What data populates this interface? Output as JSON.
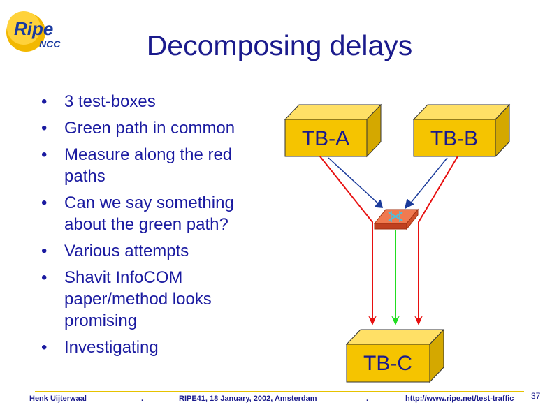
{
  "logo": {
    "main": "Ripe",
    "sub": "NCC"
  },
  "title": "Decomposing delays",
  "bullets": [
    "3 test-boxes",
    "Green path in common",
    "Measure along the red paths",
    "Can we say something about the green path?",
    "Various attempts",
    "Shavit InfoCOM paper/method looks promising",
    "Investigating"
  ],
  "diagram": {
    "box_a": "TB-A",
    "box_b": "TB-B",
    "box_c": "TB-C",
    "colors": {
      "box": "#f5c400",
      "red": "#e81010",
      "green": "#22dd22",
      "blue": "#1a3a9a",
      "router": "#e8603a"
    }
  },
  "footer": {
    "author": "Henk Uijterwaal",
    "sep1": ".",
    "event": "RIPE41, 18 January, 2002, Amsterdam",
    "sep2": ".",
    "url": "http://www.ripe.net/test-traffic",
    "page": "37"
  }
}
